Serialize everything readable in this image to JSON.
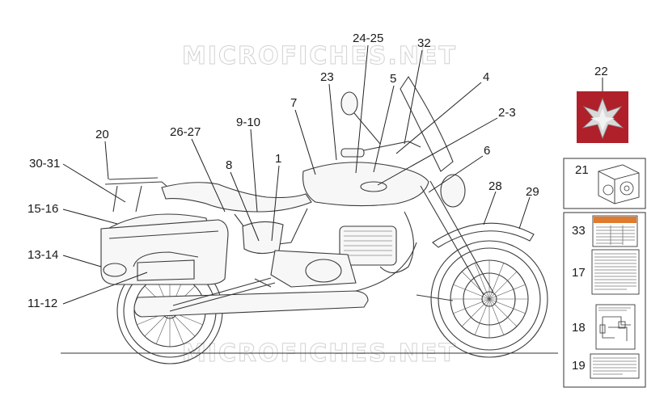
{
  "watermark": "MICROFICHES.NET",
  "callouts": {
    "c20": "20",
    "c30_31": "30-31",
    "c15_16": "15-16",
    "c13_14": "13-14",
    "c11_12": "11-12",
    "c26_27": "26-27",
    "c9_10": "9-10",
    "c8": "8",
    "c1": "1",
    "c7": "7",
    "c23": "23",
    "c24_25": "24-25",
    "c5": "5",
    "c32": "32",
    "c4": "4",
    "c2_3": "2-3",
    "c6": "6",
    "c28": "28",
    "c29": "29",
    "c22": "22",
    "c21": "21",
    "c33": "33",
    "c17": "17",
    "c18": "18",
    "c19": "19"
  },
  "colors": {
    "emblem_red": "#b0202a",
    "emblem_silver": "#d9d9d9",
    "label_orange": "#e07a2e"
  }
}
